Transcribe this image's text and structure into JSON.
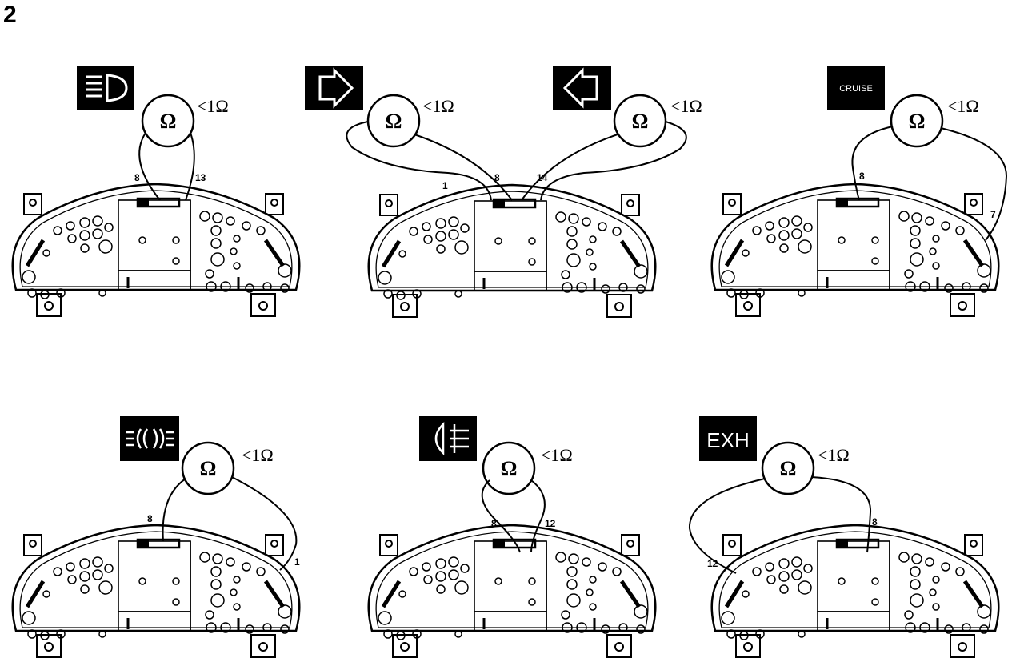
{
  "figure_number": "2",
  "panels": [
    {
      "icon": "headlight-high-beam-icon",
      "icon_text": "",
      "ohm_symbol": "Ω",
      "resistance_spec": "<1Ω",
      "pins": [
        "8",
        "13"
      ]
    },
    {
      "icon": "turn-signal-icons",
      "icon_text": "",
      "ohm_symbol": "Ω",
      "resistance_spec": "<1Ω",
      "pins": [
        "1",
        "8",
        "14"
      ]
    },
    {
      "icon": "cruise-indicator-icon",
      "icon_text": "CRUISE",
      "ohm_symbol": "Ω",
      "resistance_spec": "<1Ω",
      "pins": [
        "8",
        "7"
      ]
    },
    {
      "icon": "side-light-icon",
      "icon_text": "",
      "ohm_symbol": "Ω",
      "resistance_spec": "<1Ω",
      "pins": [
        "8",
        "1"
      ]
    },
    {
      "icon": "rear-fog-light-icon",
      "icon_text": "",
      "ohm_symbol": "Ω",
      "resistance_spec": "<1Ω",
      "pins": [
        "8",
        "12"
      ]
    },
    {
      "icon": "exhaust-warning-icon",
      "icon_text": "EXH",
      "ohm_symbol": "Ω",
      "resistance_spec": "<1Ω",
      "pins": [
        "12",
        "8"
      ]
    }
  ],
  "extra_meter": {
    "ohm_symbol": "Ω",
    "resistance_spec": "<1Ω"
  }
}
